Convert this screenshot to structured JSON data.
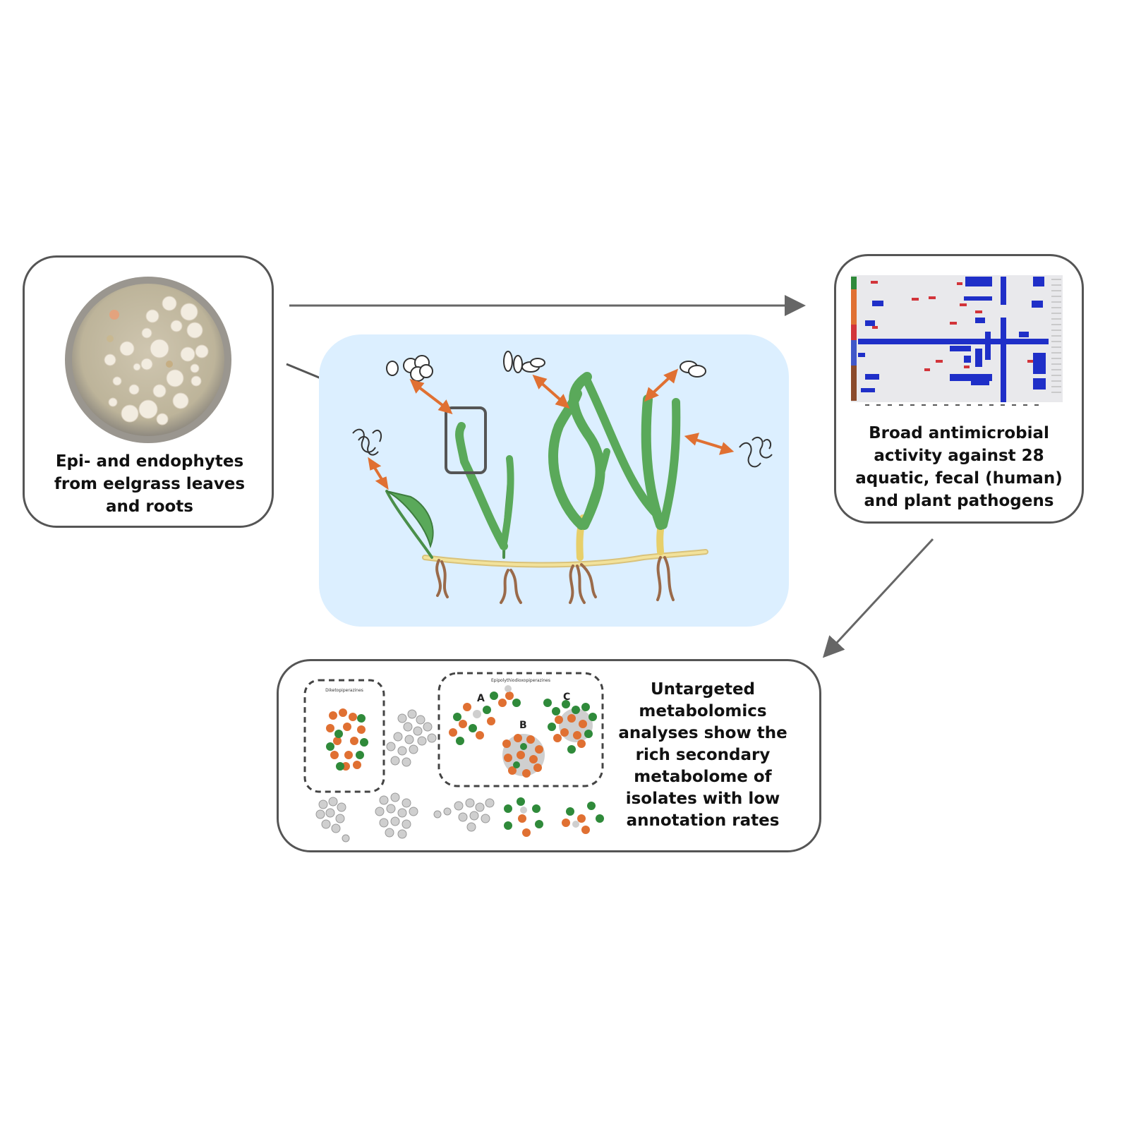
{
  "colors": {
    "border": "#555555",
    "arrow": "#666666",
    "orange": "#e07032",
    "green": "#2f8a3a",
    "leaf": "#5aa95a",
    "panel_bg": "#dcefff",
    "heat_blue": "#1f2fc8",
    "heat_red": "#d2343a",
    "grey_node": "#bdbdbd"
  },
  "isolation_panel": {
    "caption_lines": [
      "Epi- and endophytes",
      "from eelgrass leaves",
      "and roots"
    ],
    "image": "petri-dish-photo"
  },
  "antimicrobial_panel": {
    "caption_lines": [
      "Broad antimicrobial",
      "activity against 28",
      "aquatic, fecal (human)",
      "and plant pathogens"
    ],
    "image": "heatmap"
  },
  "metabolomics_panel": {
    "caption_lines": [
      "Untargeted",
      "metabolomics",
      "analyses show the",
      "rich secondary",
      "metabolome of",
      "isolates with low",
      "annotation rates"
    ],
    "cluster_box_1_title": "Diketopiperazines",
    "cluster_box_2_title": "Epipolythiodioxopiperazines",
    "cluster_labels": [
      "A",
      "B",
      "C"
    ]
  },
  "center_illustration": {
    "subject": "eelgrass-plants-with-microbes",
    "icons": [
      "filament-microbe-icon",
      "cocci-cluster-icon",
      "bacilli-icon",
      "diplococci-icon",
      "filament-microbe-icon"
    ]
  }
}
